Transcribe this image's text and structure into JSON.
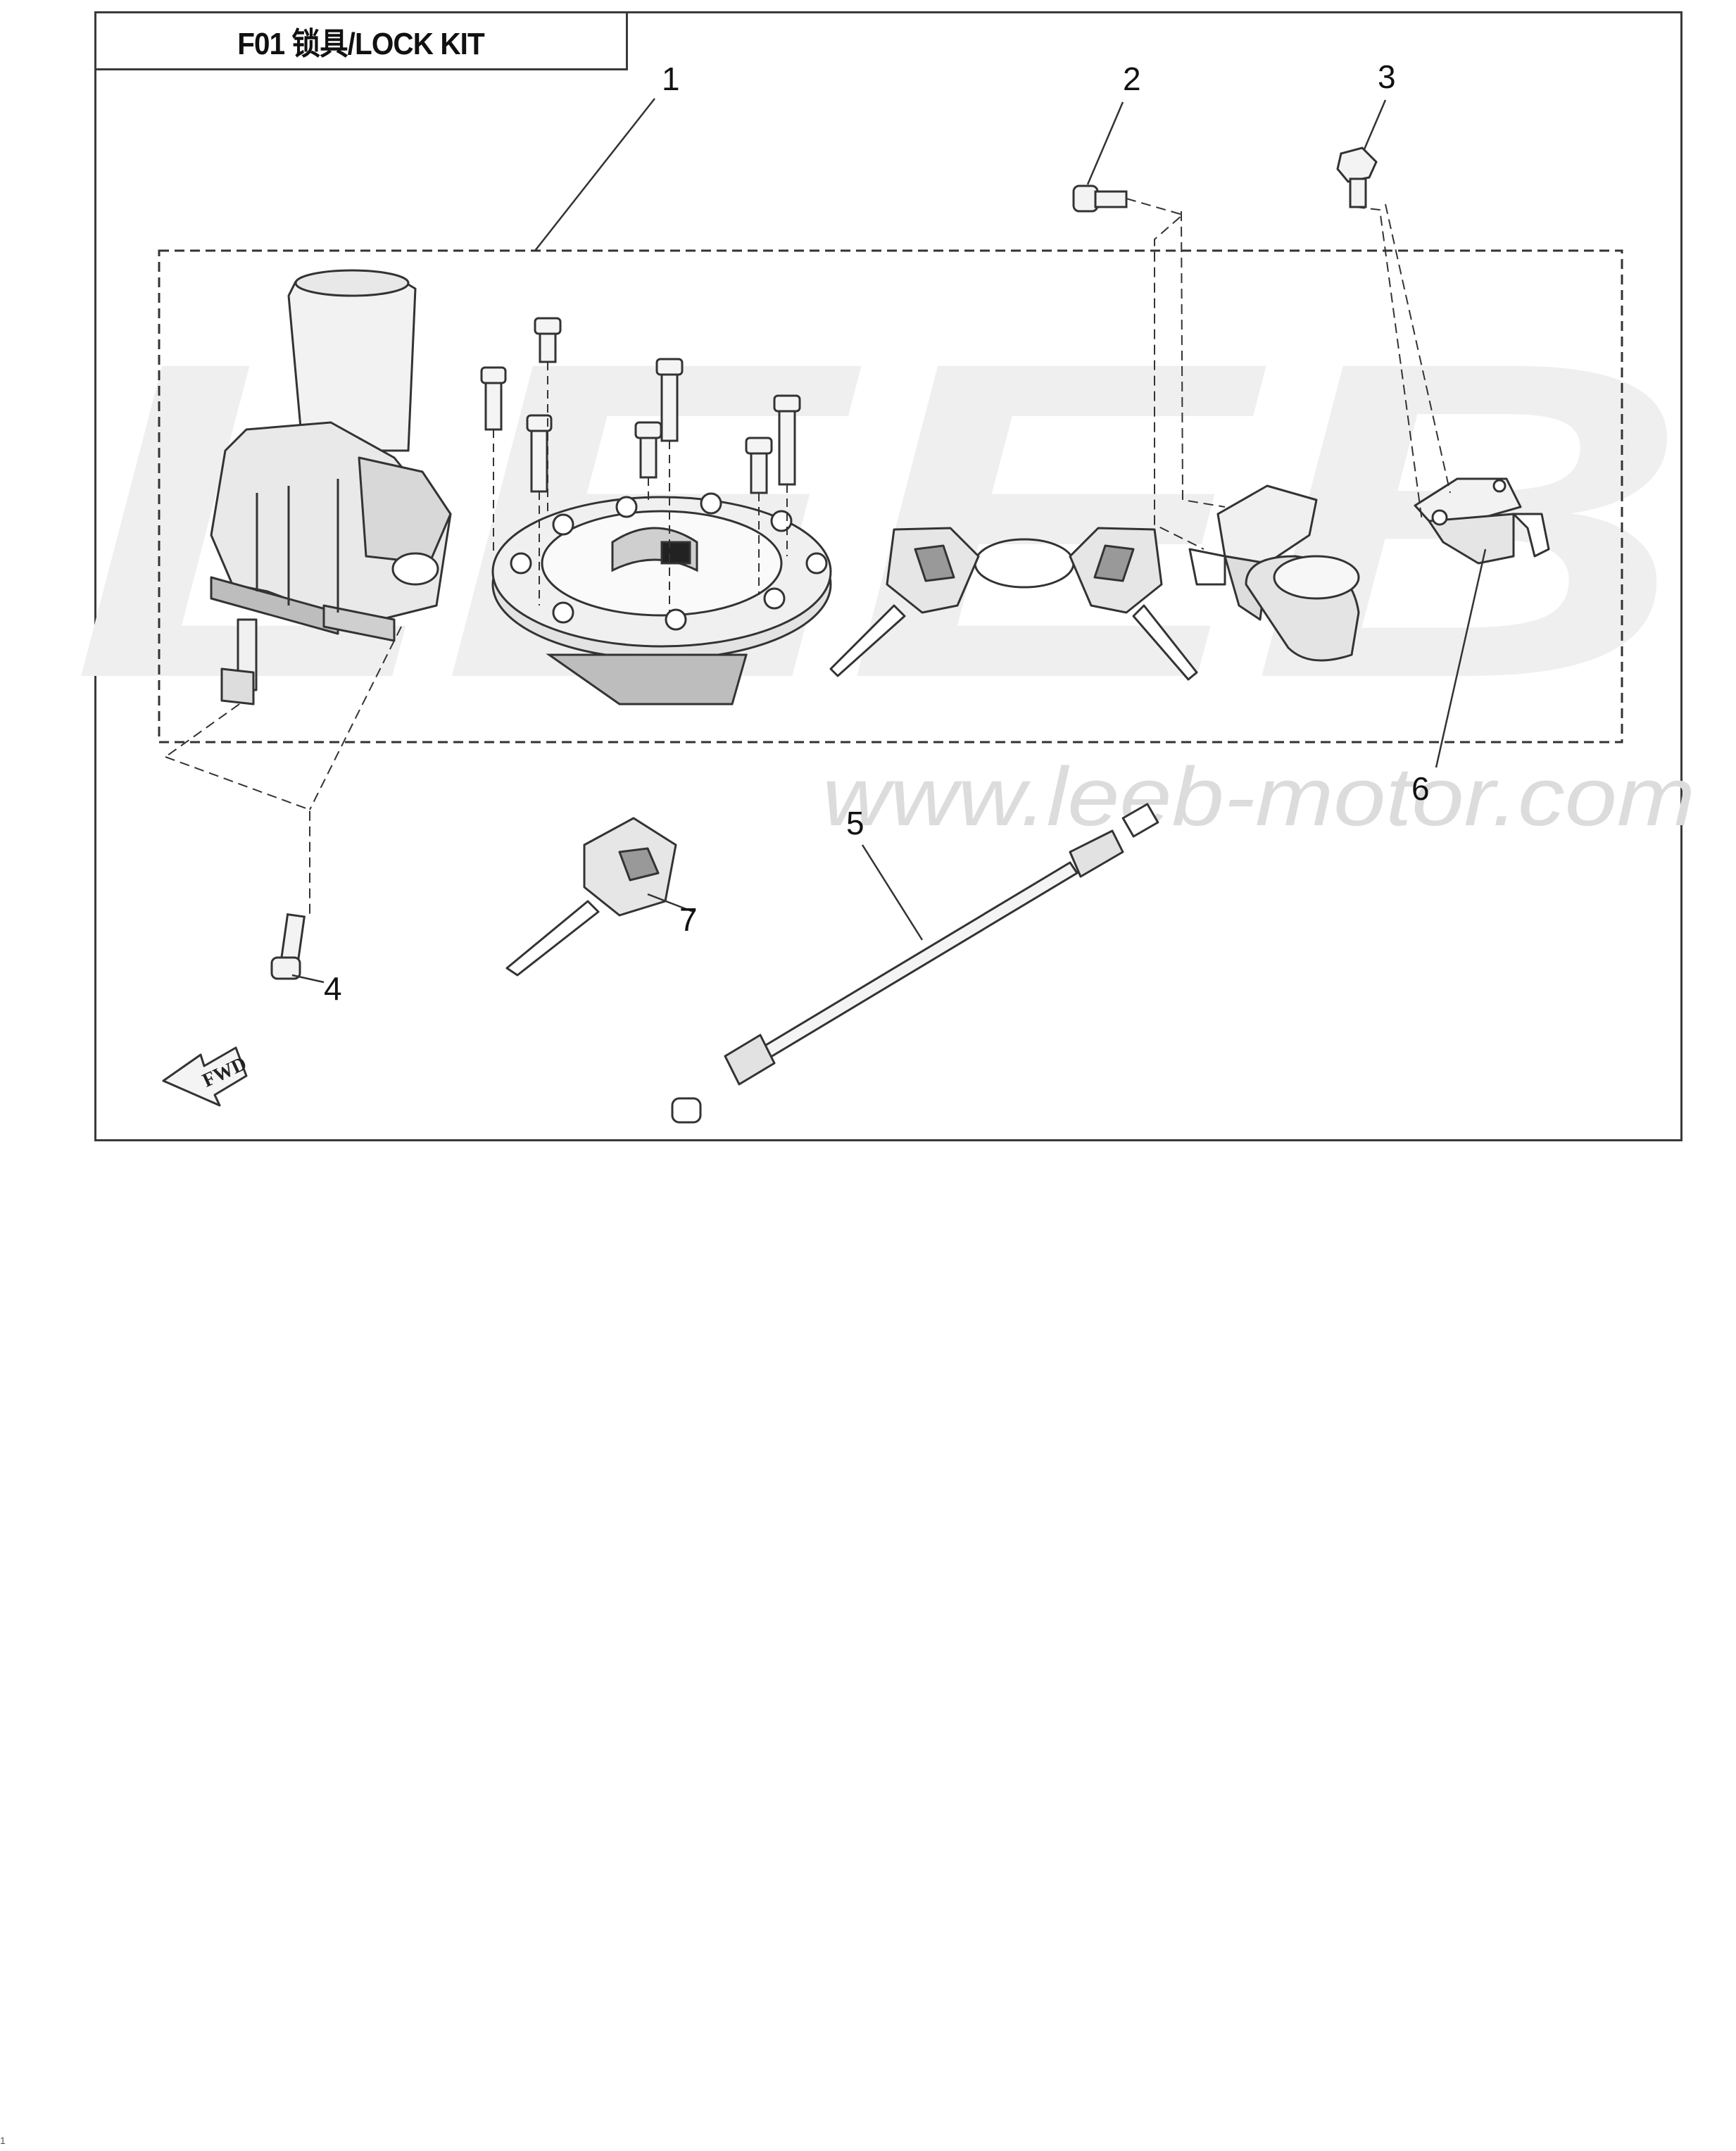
{
  "title": "F01  锁具/LOCK KIT",
  "watermark": {
    "logo": "LEEB",
    "url": "www.leeb-motor.com"
  },
  "callouts": [
    "1",
    "2",
    "3",
    "4",
    "5",
    "6",
    "7"
  ],
  "icons": {
    "forward_arrow": "fwd-arrow-icon",
    "forward_label": "FWD"
  },
  "page_number": "1"
}
